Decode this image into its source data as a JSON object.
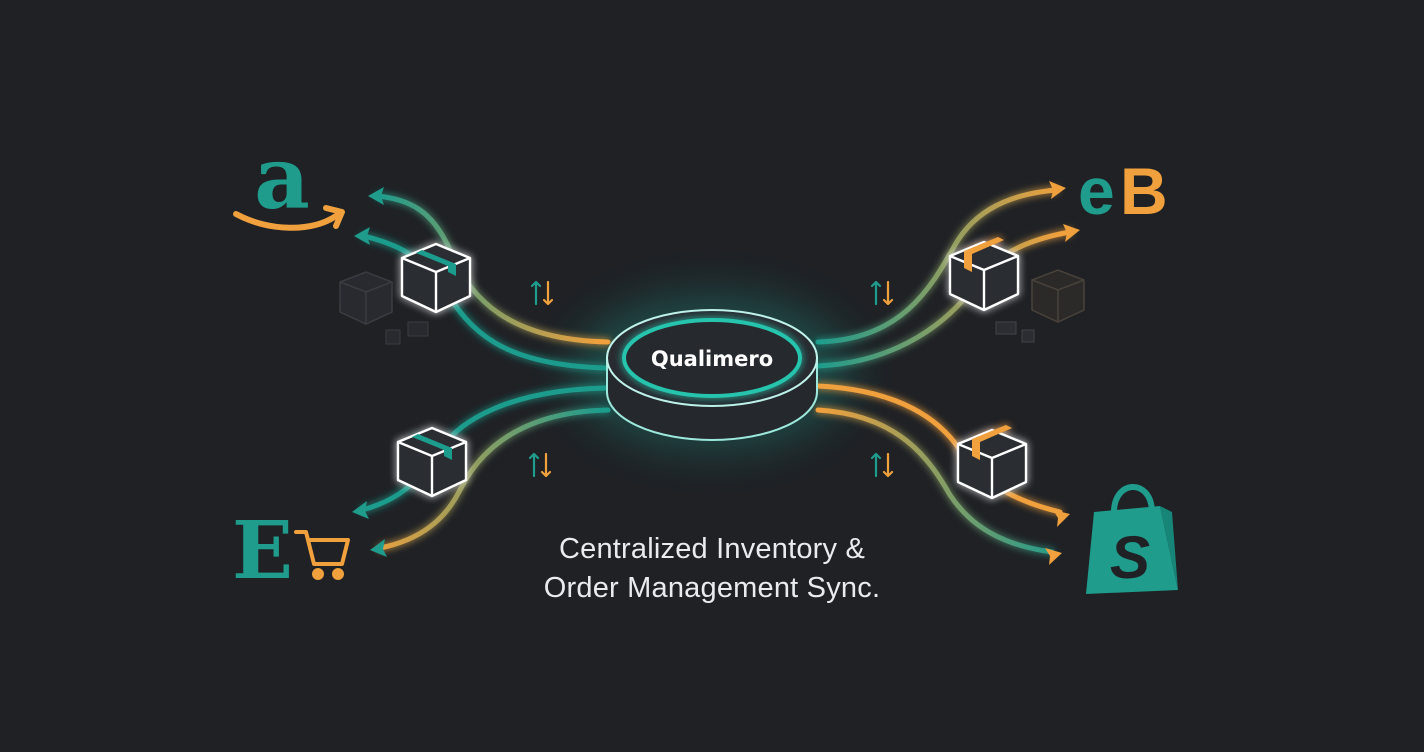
{
  "hub": {
    "label": "Qualimero"
  },
  "caption": {
    "line1": "Centralized Inventory &",
    "line2": "Order Management Sync."
  },
  "logos": {
    "ebay_left": "e",
    "ebay_right": "B",
    "etsy": "E",
    "shopify": "S"
  },
  "colors": {
    "background": "#1f2125",
    "teal": "#1f9c8c",
    "orange": "#f0a03c",
    "hub_ring": "#25c4ad",
    "text": "#ffffff"
  },
  "icons": [
    "amazon-logo-icon",
    "ebay-logo-icon",
    "etsy-logo-icon",
    "cart-icon",
    "shopify-bag-icon",
    "package-box-icon",
    "sync-arrows-icon"
  ]
}
